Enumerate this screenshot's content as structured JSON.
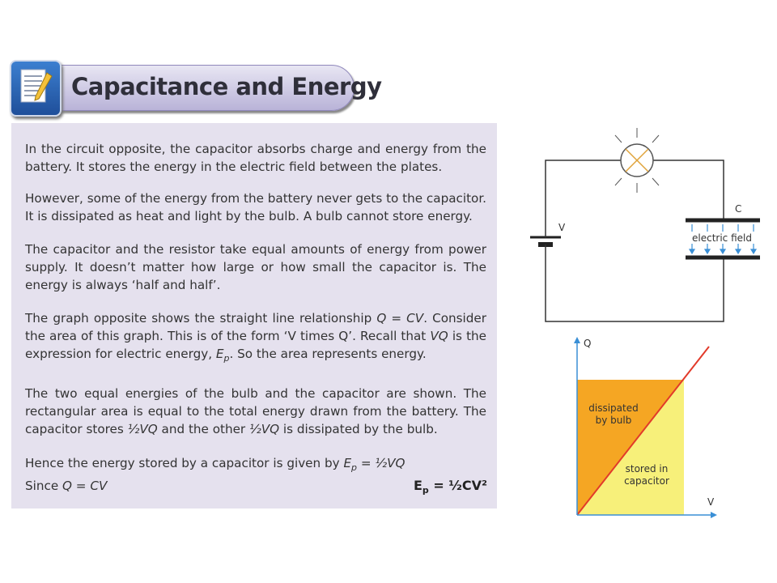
{
  "slide": {
    "title": "Capacitance and Energy",
    "icon": "document-pencil-icon"
  },
  "text": {
    "p1": "In the circuit opposite, the capacitor absorbs charge and energy from the battery. It stores the energy in the electric field between the plates.",
    "p2": "However, some of the energy from the battery never gets to the capacitor. It is dissipated as heat and light by the bulb. A bulb cannot store energy.",
    "p3": "The capacitor and the resistor take equal amounts of energy from power supply. It doesn’t matter how large or how small the capacitor is. The energy is always ‘half and half’.",
    "p4_a": "The graph opposite shows the straight line relationship ",
    "p4_eq": "Q = CV",
    "p4_b": ". Consider the area of this graph. This is of the form ‘V times Q’. Recall that ",
    "p4_vq": "VQ",
    "p4_c": " is the expression for electric energy, ",
    "p4_ep": "E",
    "p4_sub": "p",
    "p4_d": ". So the area represents energy.",
    "p5_a": "The two equal energies of the bulb and the capacitor are shown. The rectangular area is equal to the total energy drawn from the battery. The capacitor stores ",
    "p5_half1": "½VQ",
    "p5_b": " and the other ",
    "p5_half2": "½VQ",
    "p5_c": " is dissipated by the bulb.",
    "p6_a": "Hence the energy stored by a capacitor is given by ",
    "p6_ep": "E",
    "p6_sub": "p",
    "p6_eq": " = ½VQ",
    "p7_a": "Since ",
    "p7_eq": "Q = CV",
    "formula_e": "E",
    "formula_sub": "p",
    "formula_rest": " = ½CV²"
  },
  "circuit": {
    "battery_label": "V",
    "capacitor_label": "C",
    "field_label": "electric field"
  },
  "graph": {
    "y_label": "Q",
    "x_label": "V",
    "upper_region_label_1": "dissipated",
    "upper_region_label_2": "by bulb",
    "lower_region_label_1": "stored in",
    "lower_region_label_2": "capacitor",
    "colors": {
      "dissipated": "#f5a623",
      "stored": "#f7f07a",
      "line": "#e23a2a",
      "axes": "#3a8fd6"
    }
  }
}
